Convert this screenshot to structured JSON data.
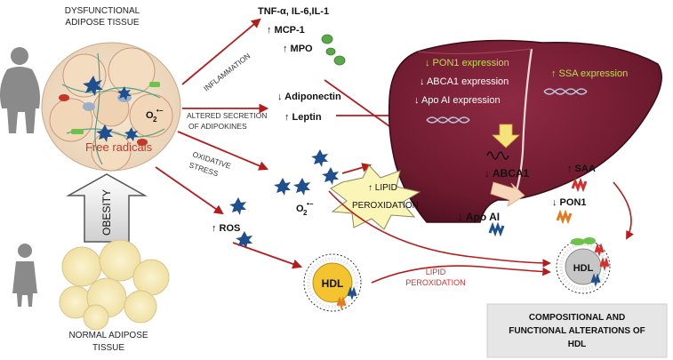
{
  "labels": {
    "dysfunctional_line1": "DYSFUNCTIONAL",
    "dysfunctional_line2": "ADIPOSE TISSUE",
    "normal_line1": "NORMAL ADIPOSE",
    "normal_line2": "TISSUE",
    "obesity": "OBESITY",
    "free_radicals": "Free radicals",
    "o2_left": "O",
    "o2_mid": "O",
    "superscript": "•−",
    "tnf": "TNF-α, IL-6,IL-1",
    "mcp": "↑ MCP-1",
    "mpo": "↑ MPO",
    "inflammation": "INFLAMMATION",
    "adiponectin": "↓ Adiponectin",
    "leptin": "↑ Leptin",
    "altered_line1": "ALTERED SECRETION",
    "altered_line2": "OF  ADIPOKINES",
    "oxidative_line1": "OXIDATIVE",
    "oxidative_line2": "STRESS",
    "ros": "↑ ROS",
    "pon1_expr": "↓ PON1 expression",
    "abca1_expr": "↓ ABCA1 expression",
    "apoai_expr": "↓ Apo AI expression",
    "ssa_expr": "↑ SSA expression",
    "abca1": "↓ ABCA1",
    "apoai": "↓ Apo AI",
    "saa": "↑ SAA",
    "pon1": "↓ PON1",
    "lipid_perox_burst_1": "↑  LIPID",
    "lipid_perox_burst_2": "PEROXIDATION",
    "lipid_perox_red_1": "LIPID",
    "lipid_perox_red_2": "PEROXIDATION",
    "hdl_left": "HDL",
    "hdl_right": "HDL",
    "box_line1": "COMPOSITIONAL AND",
    "box_line2": "FUNCTIONAL ALTERATIONS OF",
    "box_line3": "HDL"
  },
  "colors": {
    "arrow_red": "#b71c1c",
    "liver": "#7a1f35",
    "liver_dark": "#4a0f1e",
    "green_text": "#b8e04a",
    "star_blue": "#1f4f8f",
    "box_bg": "#e6e6e6",
    "red_label": "#d32f2f"
  },
  "icons": [
    "obese-person-icon",
    "normal-person-icon",
    "radical-star-icon",
    "mpo-ellipse-icon",
    "dna-helix-icon",
    "receptor-icon",
    "apolipoprotein-icon",
    "hdl-particle-icon",
    "upward-arrow-icon"
  ]
}
